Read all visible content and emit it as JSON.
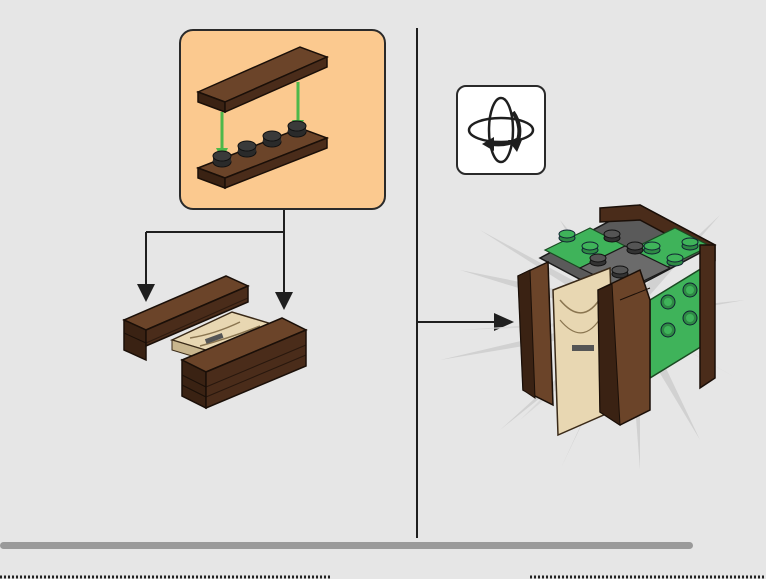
{
  "page": {
    "step_number": "",
    "colors": {
      "background": "#e6e6e6",
      "callout_fill": "#fbc98f",
      "brick_brown": "#4a2c1a",
      "brick_brown_light": "#6b4429",
      "tile_tan": "#e8d7b2",
      "stud_green": "#3fb35a",
      "stud_gray": "#6b6b6b",
      "arrow_green": "#4db84a",
      "line_black": "#1f1f1f"
    },
    "icons": {
      "rotate": "rotate-model-icon"
    }
  },
  "steps": [
    {
      "name": "subassembly-plate-on-plate",
      "description": ""
    },
    {
      "name": "attach-to-base",
      "description": ""
    },
    {
      "name": "rotate-and-attach",
      "description": ""
    }
  ]
}
